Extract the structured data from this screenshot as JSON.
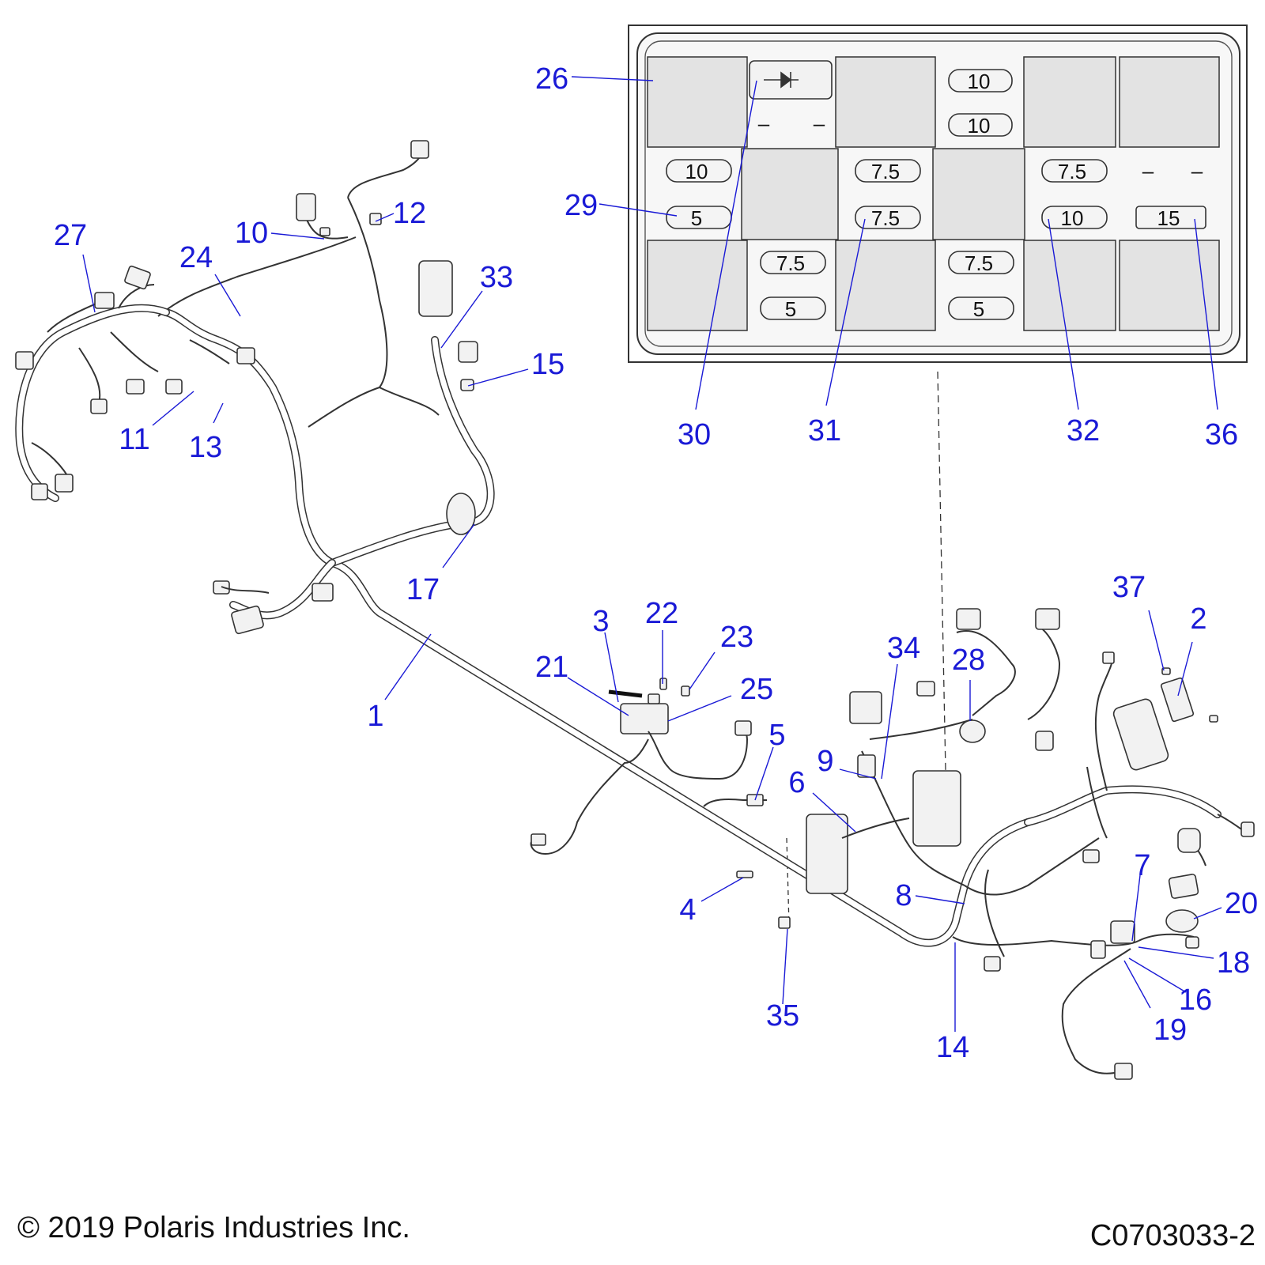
{
  "callouts": [
    {
      "id": "1",
      "label": "1"
    },
    {
      "id": "2",
      "label": "2"
    },
    {
      "id": "3",
      "label": "3"
    },
    {
      "id": "4",
      "label": "4"
    },
    {
      "id": "5",
      "label": "5"
    },
    {
      "id": "6",
      "label": "6"
    },
    {
      "id": "7",
      "label": "7"
    },
    {
      "id": "8",
      "label": "8"
    },
    {
      "id": "9",
      "label": "9"
    },
    {
      "id": "10",
      "label": "10"
    },
    {
      "id": "11",
      "label": "11"
    },
    {
      "id": "12",
      "label": "12"
    },
    {
      "id": "13",
      "label": "13"
    },
    {
      "id": "14",
      "label": "14"
    },
    {
      "id": "15",
      "label": "15"
    },
    {
      "id": "16",
      "label": "16"
    },
    {
      "id": "17",
      "label": "17"
    },
    {
      "id": "18",
      "label": "18"
    },
    {
      "id": "19",
      "label": "19"
    },
    {
      "id": "20",
      "label": "20"
    },
    {
      "id": "21",
      "label": "21"
    },
    {
      "id": "22",
      "label": "22"
    },
    {
      "id": "23",
      "label": "23"
    },
    {
      "id": "24",
      "label": "24"
    },
    {
      "id": "25",
      "label": "25"
    },
    {
      "id": "26",
      "label": "26"
    },
    {
      "id": "27",
      "label": "27"
    },
    {
      "id": "28",
      "label": "28"
    },
    {
      "id": "29",
      "label": "29"
    },
    {
      "id": "30",
      "label": "30"
    },
    {
      "id": "31",
      "label": "31"
    },
    {
      "id": "32",
      "label": "32"
    },
    {
      "id": "33",
      "label": "33"
    },
    {
      "id": "34",
      "label": "34"
    },
    {
      "id": "35",
      "label": "35"
    },
    {
      "id": "36",
      "label": "36"
    },
    {
      "id": "37",
      "label": "37"
    }
  ],
  "fuse_box": {
    "fuses": [
      "10",
      "10",
      "10",
      "5",
      "7.5",
      "7.5",
      "7.5",
      "10",
      "7.5",
      "5",
      "7.5",
      "5",
      "15"
    ],
    "empty_slot_mark": "–"
  },
  "footer": {
    "copyright": "© 2019 Polaris Industries Inc.",
    "drawing_number": "C0703033-2"
  }
}
